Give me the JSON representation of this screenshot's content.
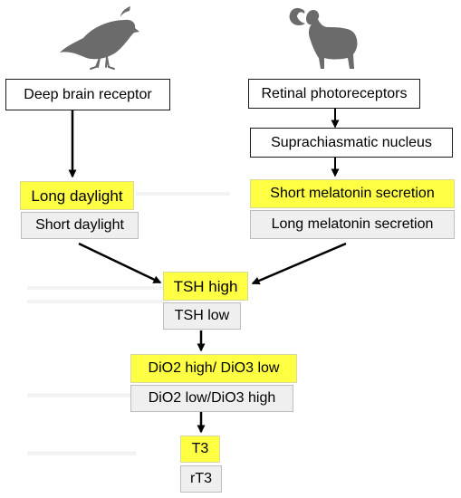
{
  "left_branch": {
    "animal": "quail-silhouette",
    "receptor": "Deep brain receptor",
    "long_daylight": "Long daylight",
    "short_daylight": "Short daylight"
  },
  "right_branch": {
    "animal": "ram-silhouette",
    "photoreceptors": "Retinal photoreceptors",
    "scn": "Suprachiasmatic nucleus",
    "short_melatonin": "Short melatonin secretion",
    "long_melatonin": "Long melatonin secretion"
  },
  "center": {
    "tsh_high": "TSH high",
    "tsh_low": "TSH low",
    "dio_high": "DiO2 high/ DiO3 low",
    "dio_low": "DiO2 low/DiO3 high",
    "t3": "T3",
    "rt3": "rT3"
  },
  "colors": {
    "highlight": "#ffff44",
    "neutral_box": "#efefef",
    "animal": "#6b6b6b",
    "arrow": "#000000"
  }
}
